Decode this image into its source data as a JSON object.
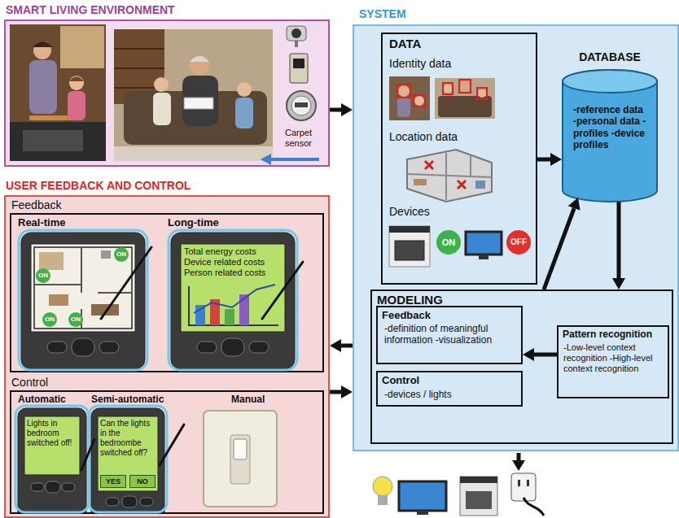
{
  "diagram": {
    "nodes": [
      {
        "text": [
          "SMART LIVING ENVIRONMENT"
        ]
      },
      {
        "text": [
          "SYSTEM"
        ]
      },
      {
        "text": [
          "DATA",
          "Identity data",
          "Location data",
          "Devices"
        ],
        "in": 1
      },
      {
        "text": [
          "ON"
        ],
        "in": 2
      },
      {
        "text": [
          "OFF"
        ],
        "in": 2
      },
      {
        "text": [
          "DATABASE",
          "-reference data -personal data -profiles -device profiles"
        ],
        "in": 1
      },
      {
        "text": [
          "MODELING"
        ],
        "in": 1
      },
      {
        "text": [
          "Feedback",
          "-definition of meaningful information -visualization"
        ],
        "in": 6
      },
      {
        "text": [
          "Control",
          "-devices / lights"
        ],
        "in": 6
      },
      {
        "text": [
          "Pattern recognition",
          "-Low-level context recognition -High-level context recognition"
        ],
        "in": 6
      },
      {
        "text": [
          "USER FEEDBACK AND CONTROL"
        ]
      },
      {
        "text": [
          "Feedback",
          "Real-time",
          "Long-time"
        ],
        "in": 10
      },
      {
        "text": [
          "Total energy costs Device related costs Person related costs"
        ],
        "in": 11
      },
      {
        "text": [
          "Control",
          "Automatic",
          "Semi-automatic",
          "Manual"
        ],
        "in": 10
      },
      {
        "text": [
          "Lights in bedroom switched off!"
        ],
        "in": 13
      },
      {
        "text": [
          "Can the lights in the bedroombe switched off?"
        ],
        "in": 13
      },
      {
        "text": [
          "YES"
        ],
        "in": 15
      },
      {
        "text": [
          "NO"
        ],
        "in": 15
      }
    ],
    "edges": [
      {
        "from": 0,
        "to": 1,
        "arrow": "to"
      },
      {
        "from": 2,
        "to": 5,
        "arrow": "to"
      },
      {
        "from": 5,
        "to": 6,
        "arrow": "to"
      },
      {
        "from": 6,
        "to": 5,
        "arrow": "to"
      },
      {
        "from": 9,
        "to": 7,
        "arrow": "to"
      },
      {
        "from": 1,
        "to": 10,
        "arrow": "to"
      },
      {
        "from": 10,
        "to": 1,
        "arrow": "to"
      }
    ],
    "labels": [
      "Carpet sensor",
      "ON",
      "ON",
      "ON",
      "ON"
    ]
  }
}
